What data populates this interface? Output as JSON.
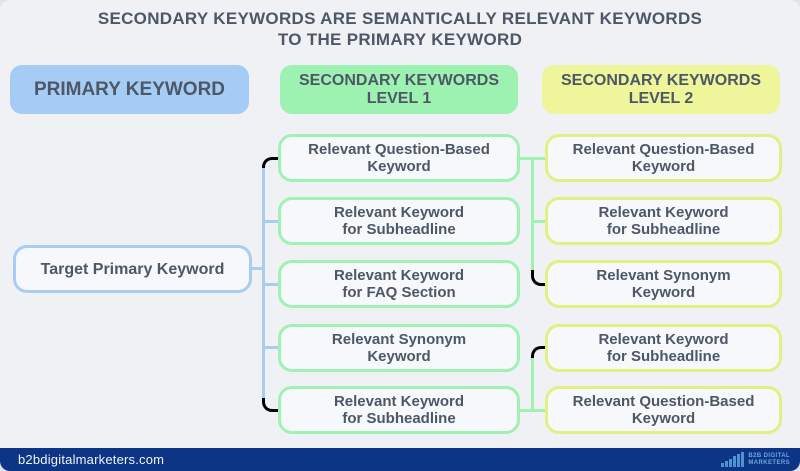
{
  "title": {
    "line1": "SECONDARY KEYWORDS ARE SEMANTICALLY RELEVANT KEYWORDS",
    "line2": "TO THE PRIMARY KEYWORD"
  },
  "columns": {
    "primary": {
      "header": "PRIMARY KEYWORD",
      "color": "#a5ccf4"
    },
    "level1": {
      "header_line1": "SECONDARY KEYWORDS",
      "header_line2": "LEVEL 1",
      "color": "#9df2b2",
      "border": "#9ff2b2"
    },
    "level2": {
      "header_line1": "SECONDARY KEYWORDS",
      "header_line2": "LEVEL 2",
      "color": "#eef59a",
      "border": "#e2ef82"
    }
  },
  "nodes": {
    "primary": {
      "label": "Target Primary Keyword"
    },
    "level1": [
      {
        "line1": "Relevant Question-Based",
        "line2": "Keyword"
      },
      {
        "line1": "Relevant Keyword",
        "line2": "for Subheadline"
      },
      {
        "line1": "Relevant Keyword",
        "line2": "for FAQ Section"
      },
      {
        "line1": "Relevant Synonym",
        "line2": "Keyword"
      },
      {
        "line1": "Relevant Keyword",
        "line2": "for Subheadline"
      }
    ],
    "level2": [
      {
        "line1": "Relevant Question-Based",
        "line2": "Keyword"
      },
      {
        "line1": "Relevant Keyword",
        "line2": "for Subheadline"
      },
      {
        "line1": "Relevant Synonym",
        "line2": "Keyword"
      },
      {
        "line1": "Relevant Keyword",
        "line2": "for Subheadline"
      },
      {
        "line1": "Relevant Question-Based",
        "line2": "Keyword"
      }
    ]
  },
  "connections": {
    "primary_to_level1": [
      0,
      1,
      2,
      3,
      4
    ],
    "level1_0_to_level2": [
      0,
      1,
      2
    ],
    "level1_4_to_level2": [
      3,
      4
    ],
    "blue": "#a9cdf1",
    "green": "#9ff2b2"
  },
  "footer": {
    "website": "b2bdigitalmarketers.com",
    "bar_color": "#0d3585",
    "logo_line1": "B2B DIGITAL",
    "logo_line2": "MARKETERS"
  }
}
